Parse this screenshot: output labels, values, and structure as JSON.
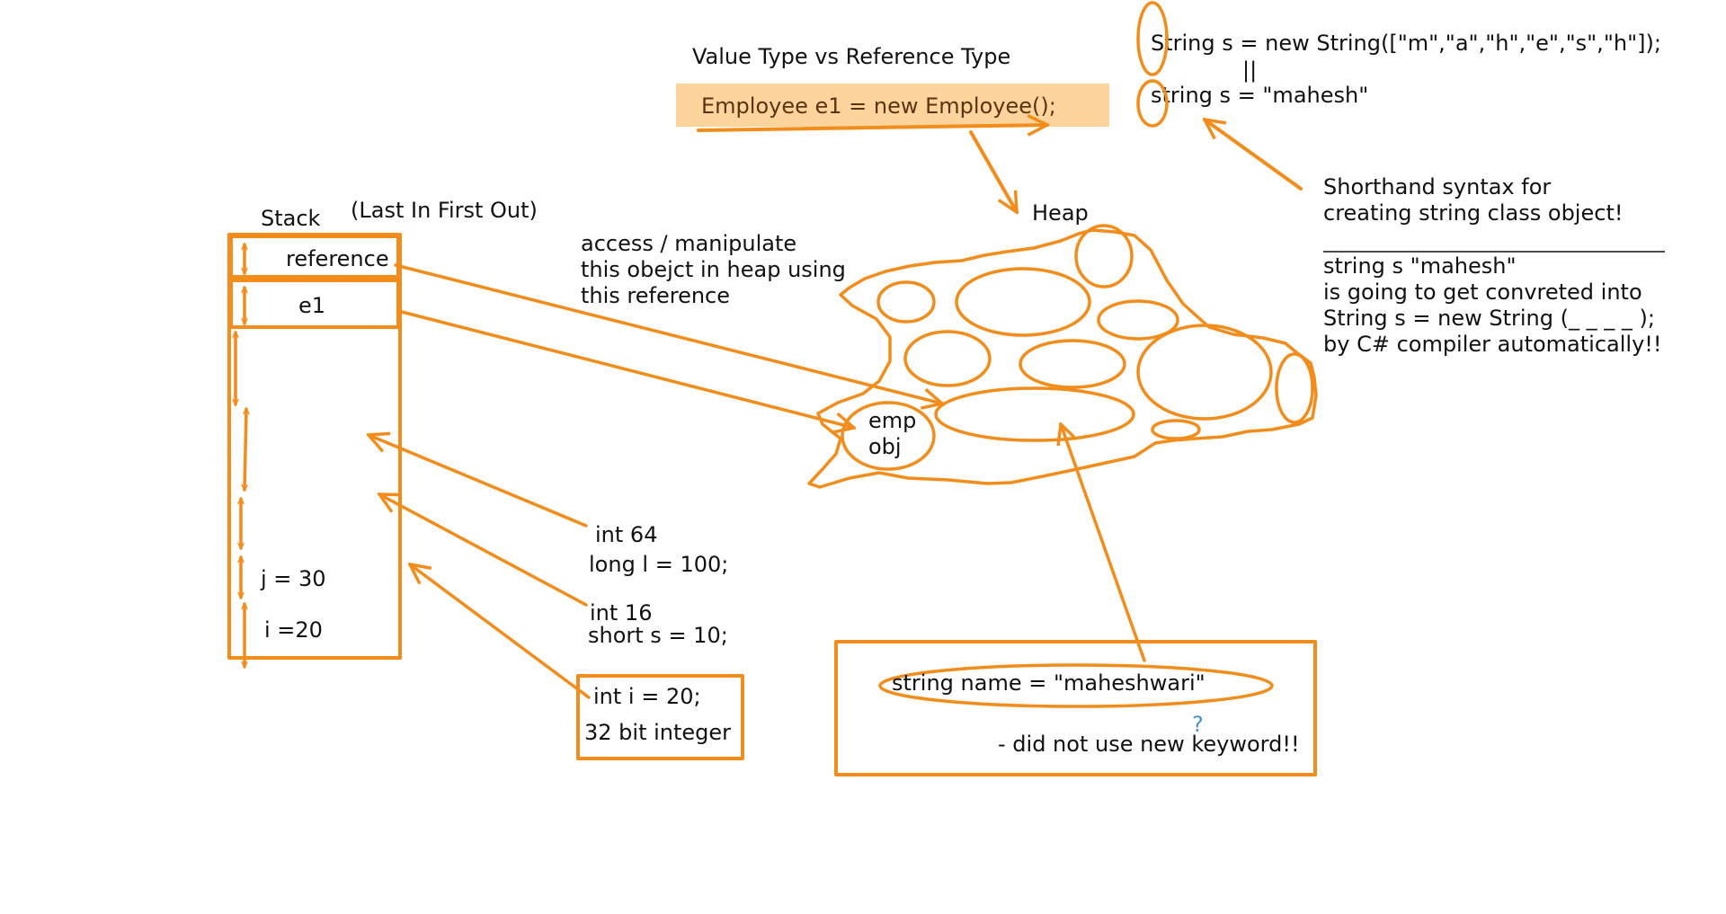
{
  "colors": {
    "ink": "#f28c1a",
    "highlight": "#fdd49b",
    "text": "#111111",
    "question_mark": "#4a90c8"
  },
  "title": "Value Type vs Reference Type",
  "employee_code": "Employee e1 = new Employee();",
  "string_ctor_code": "String s = new String([\"m\",\"a\",\"h\",\"e\",\"s\",\"h\"]);",
  "equiv_mark": "||",
  "string_literal_code": "string s = \"mahesh\"",
  "shorthand_note": [
    "Shorthand syntax for",
    "creating string class object!"
  ],
  "conversion_note": [
    "string  s  \"mahesh\"",
    "is going to get convreted into",
    "String s = new String (_ _ _ _ );",
    "by C# compiler automatically!!"
  ],
  "stack": {
    "label": "Stack",
    "note": "(Last In First Out)",
    "slots": [
      "reference",
      "e1",
      "j = 30",
      "i =20"
    ]
  },
  "heap": {
    "label": "Heap",
    "object_label": [
      "emp",
      "obj"
    ]
  },
  "access_note": [
    "access / manipulate",
    "this obejct in heap using",
    "this reference"
  ],
  "long_note": [
    "int 64",
    "long l = 100;"
  ],
  "short_note": [
    "int 16",
    "short s = 10;"
  ],
  "int_box": [
    "int i = 20;",
    "32 bit integer"
  ],
  "string_box": {
    "code": "string name = \"maheshwari\"",
    "question": "?",
    "note": "- did not use new keyword!!"
  }
}
